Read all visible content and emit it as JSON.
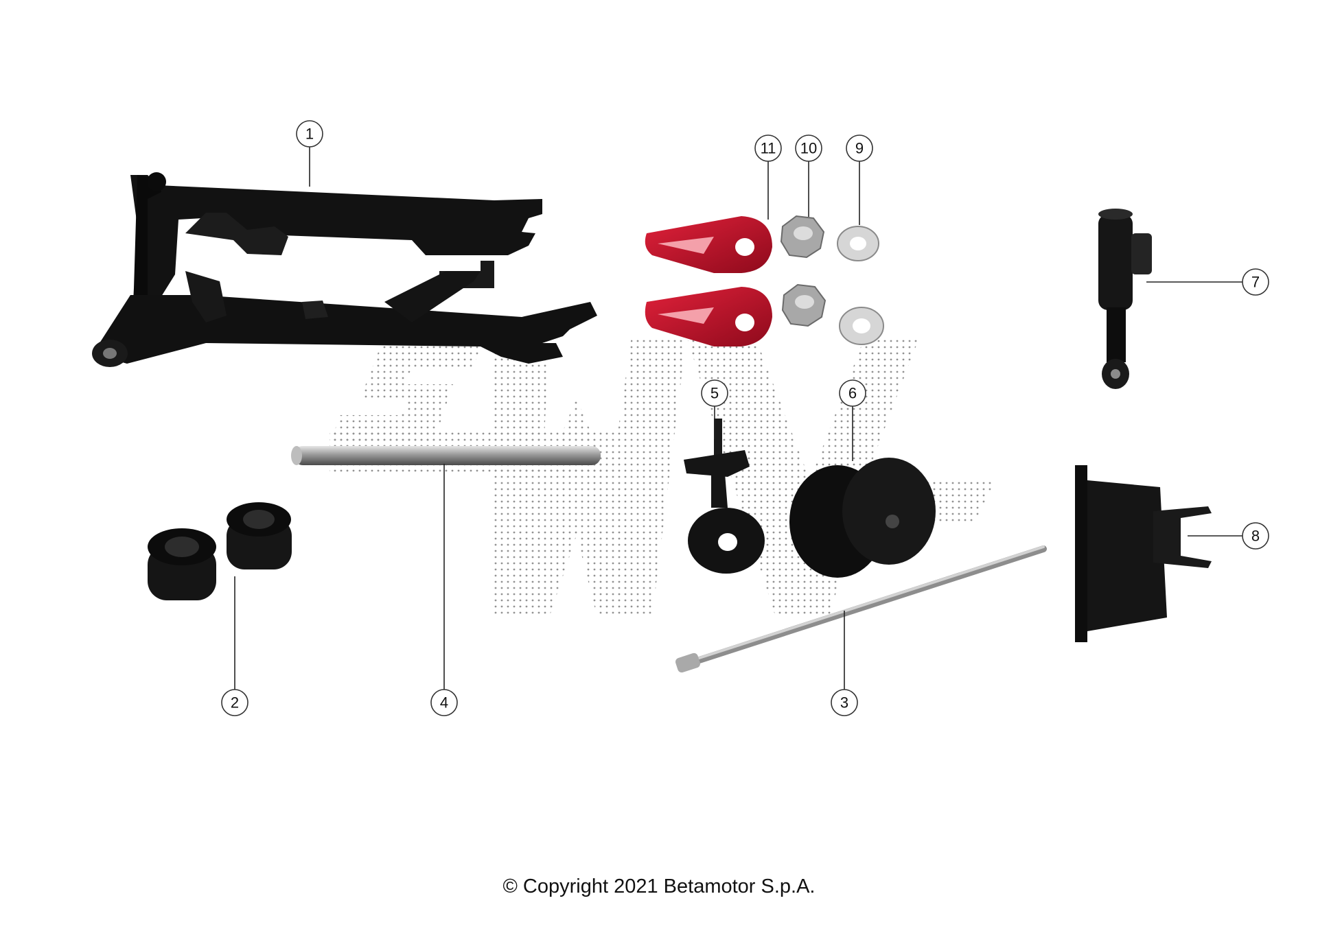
{
  "diagram": {
    "callouts": [
      {
        "id": "1",
        "label": "1"
      },
      {
        "id": "2",
        "label": "2"
      },
      {
        "id": "3",
        "label": "3"
      },
      {
        "id": "4",
        "label": "4"
      },
      {
        "id": "5",
        "label": "5"
      },
      {
        "id": "6",
        "label": "6"
      },
      {
        "id": "7",
        "label": "7"
      },
      {
        "id": "8",
        "label": "8"
      },
      {
        "id": "9",
        "label": "9"
      },
      {
        "id": "10",
        "label": "10"
      },
      {
        "id": "11",
        "label": "11"
      }
    ],
    "colors": {
      "part_black": "#111111",
      "part_red": "#c8102e",
      "metal": "#b9b9b9",
      "watermark_dots": "#6e6e6e"
    }
  },
  "footer": {
    "copyright": "© Copyright 2021 Betamotor S.p.A."
  }
}
